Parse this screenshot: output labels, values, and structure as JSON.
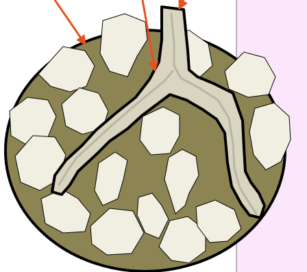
{
  "colors": {
    "page_background": "#ffffff",
    "side_panel": "#fbe6fb",
    "side_panel_border": "#b8b8b8",
    "soil_fill": "#8c8553",
    "soil_outline": "#000000",
    "particle_fill": "#f1efe2",
    "root_fill": "#d8d5c0",
    "root_core": "#b8b5a4",
    "root_outline": "#000000",
    "arrow": "#e8501e"
  },
  "panel": {
    "visible": true
  },
  "diagram": {
    "shape": "circle",
    "content": [
      "soil",
      "particles",
      "root"
    ],
    "arrows": 3
  }
}
